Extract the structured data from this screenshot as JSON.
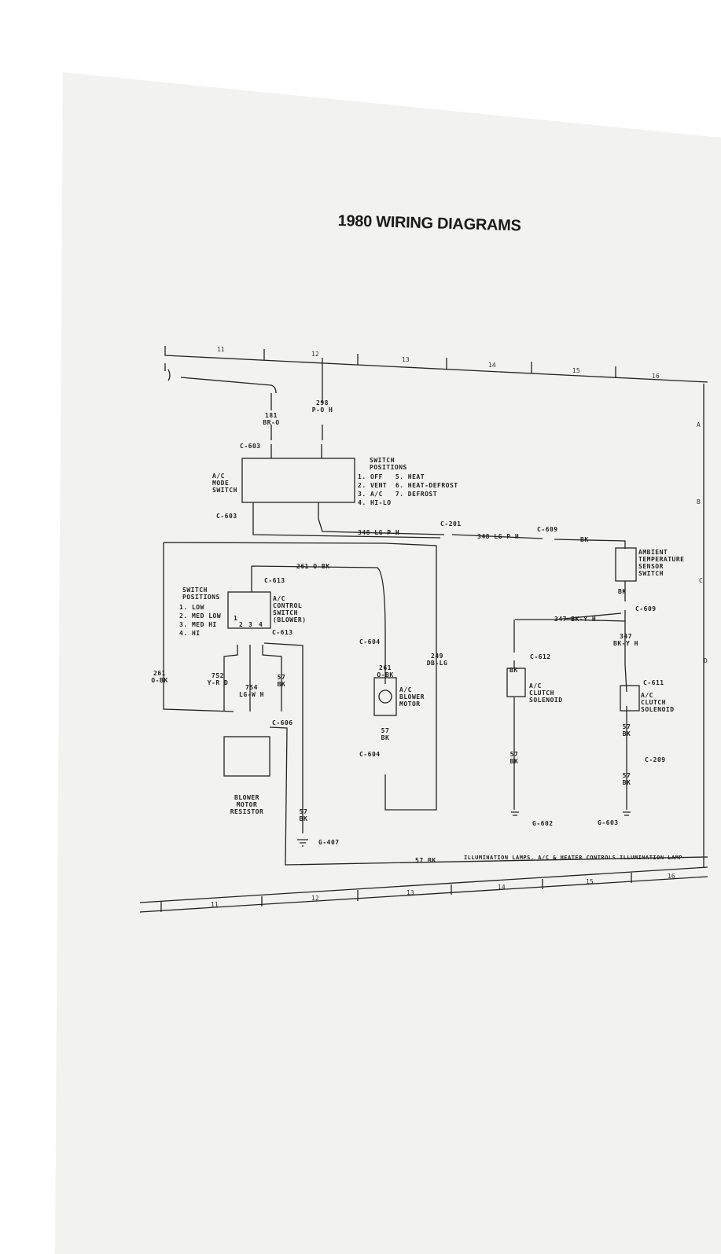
{
  "title": "1980 WIRING DIAGRAMS",
  "grid": {
    "columns": [
      "11",
      "12",
      "13",
      "14",
      "15",
      "16"
    ],
    "rows": [
      "A",
      "B",
      "C",
      "D"
    ]
  },
  "mode_switch": {
    "wire_181": "181",
    "wire_181_color": "BR-O",
    "wire_298": "298",
    "wire_298_color": "P-O H",
    "connector_top": "C-603",
    "connector_bottom": "C-603",
    "label": "A/C\nMODE\nSWITCH",
    "positions_title": "SWITCH\nPOSITIONS",
    "positions": [
      "1. OFF   5. HEAT",
      "2. VENT  6. HEAT-DEFROST",
      "3. A/C   7. DEFROST",
      "4. HI-LO"
    ]
  },
  "wire_348": {
    "label_a": "348 LG-P H",
    "connector_a": "C-201",
    "label_b": "348 LG-P H",
    "connector_b": "C-609",
    "color_c": "BK"
  },
  "ambient": {
    "label": "AMBIENT\nTEMPERATURE\nSENSOR\nSWITCH",
    "out_color": "BK",
    "connector": "C-609"
  },
  "wire_347": {
    "label": "347 BK-Y H",
    "label_v": "347\nBK-Y H"
  },
  "clutch_left": {
    "connector": "C-612",
    "color_top": "BK",
    "label": "A/C\nCLUTCH\nSOLENOID",
    "wire_bottom": "57\nBK",
    "ground": "G-602"
  },
  "clutch_right": {
    "connector": "C-611",
    "label": "A/C\nCLUTCH\nSOLENOID",
    "wire_mid": "57\nBK",
    "connector_bottom": "C-209",
    "wire_bottom": "57\nBK",
    "ground": "G-603"
  },
  "blower": {
    "wire_261_top": "261 O-BK",
    "connector_top": "C-613",
    "positions_title": "SWITCH\nPOSITIONS",
    "positions": [
      "1. LOW",
      "2. MED LOW",
      "3. MED HI",
      "4. HI"
    ],
    "switch_label": "A/C\nCONTROL\nSWITCH\n(BLOWER)",
    "switch_pins": [
      "1",
      "2",
      "3",
      "4"
    ],
    "connector_bottom": "C-613",
    "wire_261_left": "261\nO-BK",
    "wire_752": "752\nY-R D",
    "wire_754": "754\nLG-W H",
    "wire_57": "57\nBK",
    "connector_resistor": "C-606",
    "resistor_label": "BLOWER\nMOTOR\nRESISTOR",
    "wire_57_ground": "57\nBK",
    "ground": "G-407",
    "motor_connector_top": "C-604",
    "motor_wire_in": "261\nO-BK",
    "motor_label": "A/C\nBLOWER\nMOTOR",
    "motor_wire_out": "57\nBK",
    "motor_connector_bottom": "C-604",
    "wire_249": "249\nDB-LG"
  },
  "illumination": {
    "wire": "57 BK",
    "label": "ILLUMINATION LAMPS, A/C & HEATER CONTROLS ILLUMINATION LAMP"
  }
}
